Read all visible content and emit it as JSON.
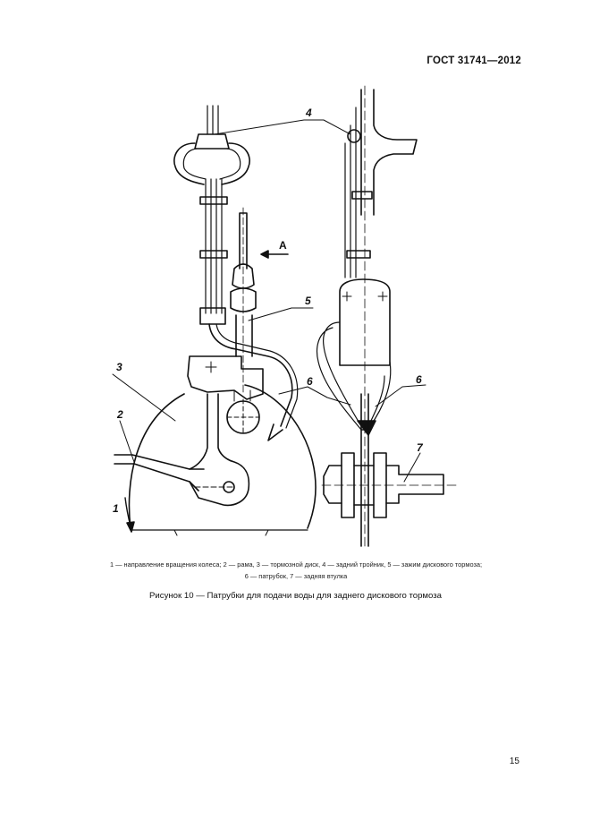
{
  "header": {
    "standard": "ГОСТ 31741—2012"
  },
  "figure": {
    "callouts": {
      "c1": "1",
      "c2": "2",
      "c3": "3",
      "c4": "4",
      "c5": "5",
      "c6a": "6",
      "c6b": "6",
      "c7": "7",
      "view": "А"
    }
  },
  "legend": {
    "line1": "1 — направление вращения колеса; 2 — рама, 3 — тормозной диск, 4 — задний тройник, 5 — зажим дискового тормоза;",
    "line2": "6 — патрубок, 7 — задняя втулка"
  },
  "caption": "Рисунок 10 — Патрубки для подачи воды для заднего дискового тормоза",
  "page_number": "15"
}
